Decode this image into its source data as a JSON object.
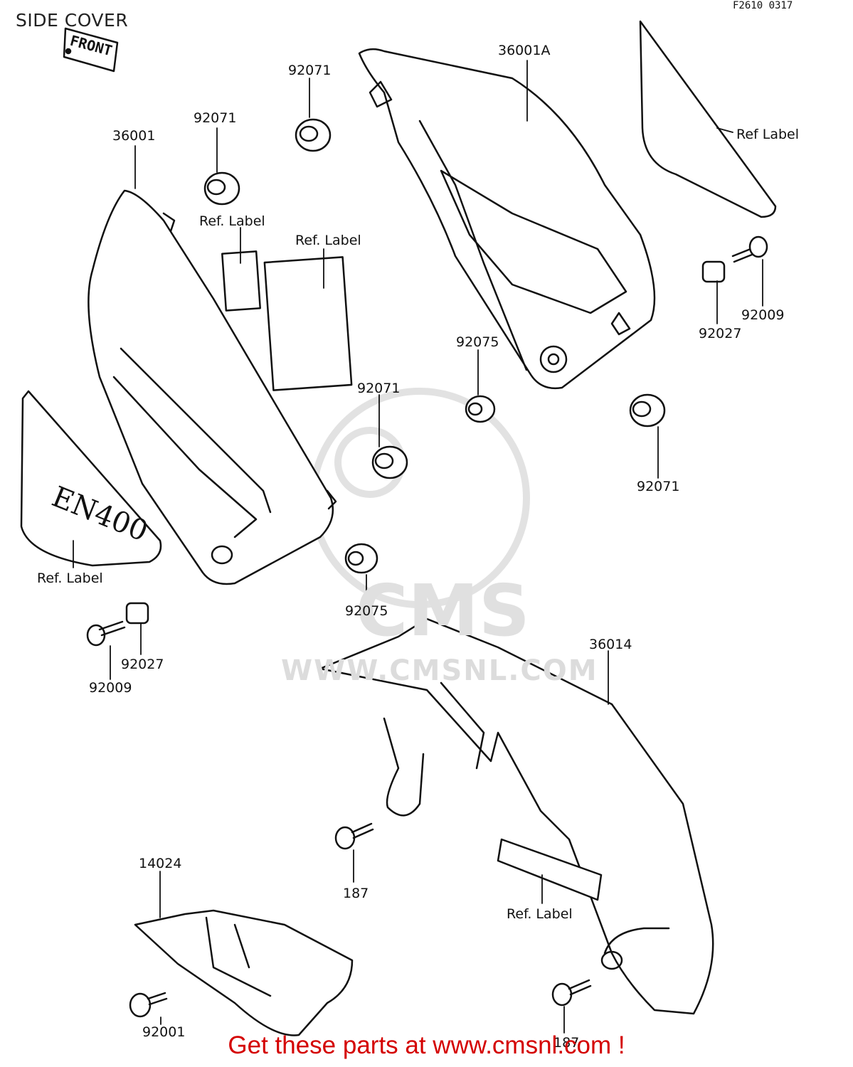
{
  "title": "SIDE COVER",
  "figure_code": "F2610 0317",
  "front_marker": "FRONT",
  "emblem_text": "EN400",
  "watermark": {
    "brand": "CMS",
    "url": "WWW.CMSNL.COM"
  },
  "promo_text": "Get these parts at www.cmsnl.com !",
  "callouts": [
    {
      "id": "36001A",
      "label": "36001A"
    },
    {
      "id": "ref-label-top-right",
      "label": "Ref Label"
    },
    {
      "id": "92071-top",
      "label": "92071"
    },
    {
      "id": "92071-left",
      "label": "92071"
    },
    {
      "id": "36001",
      "label": "36001"
    },
    {
      "id": "ref-label-small",
      "label": "Ref. Label"
    },
    {
      "id": "ref-label-center",
      "label": "Ref. Label"
    },
    {
      "id": "92009-right",
      "label": "92009"
    },
    {
      "id": "92027-right",
      "label": "92027"
    },
    {
      "id": "92075-right",
      "label": "92075"
    },
    {
      "id": "92071-center",
      "label": "92071"
    },
    {
      "id": "92071-right",
      "label": "92071"
    },
    {
      "id": "ref-label-left",
      "label": "Ref. Label"
    },
    {
      "id": "92075-center",
      "label": "92075"
    },
    {
      "id": "92027-left",
      "label": "92027"
    },
    {
      "id": "92009-left",
      "label": "92009"
    },
    {
      "id": "36014",
      "label": "36014"
    },
    {
      "id": "187-upper",
      "label": "187"
    },
    {
      "id": "ref-label-bottom",
      "label": "Ref. Label"
    },
    {
      "id": "14024",
      "label": "14024"
    },
    {
      "id": "92001",
      "label": "92001"
    },
    {
      "id": "187-lower",
      "label": "187"
    }
  ]
}
